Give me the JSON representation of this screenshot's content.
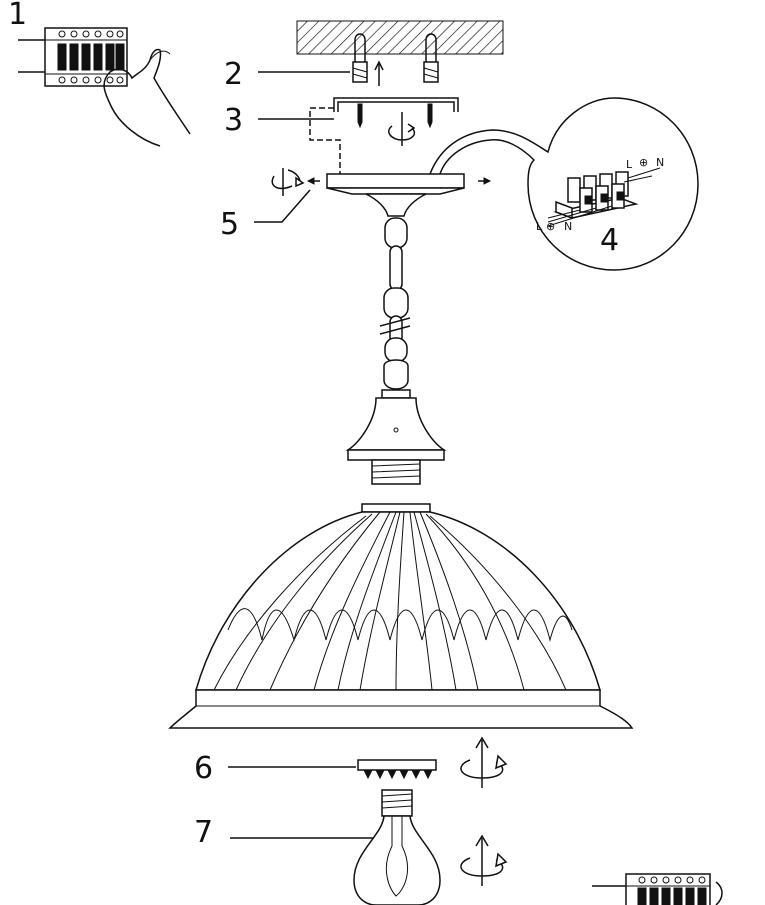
{
  "steps": [
    {
      "id": "1",
      "label": "1"
    },
    {
      "id": "2",
      "label": "2"
    },
    {
      "id": "3",
      "label": "3"
    },
    {
      "id": "4",
      "label": "4"
    },
    {
      "id": "5",
      "label": "5"
    },
    {
      "id": "6",
      "label": "6"
    },
    {
      "id": "7",
      "label": "7"
    }
  ],
  "wiring_terminals": {
    "top_left": "L",
    "top_earth": "⊕",
    "top_right": "N",
    "bottom_left": "L",
    "bottom_earth": "⊕",
    "bottom_right": "N"
  },
  "colors": {
    "line": "#111111",
    "background": "#ffffff"
  }
}
